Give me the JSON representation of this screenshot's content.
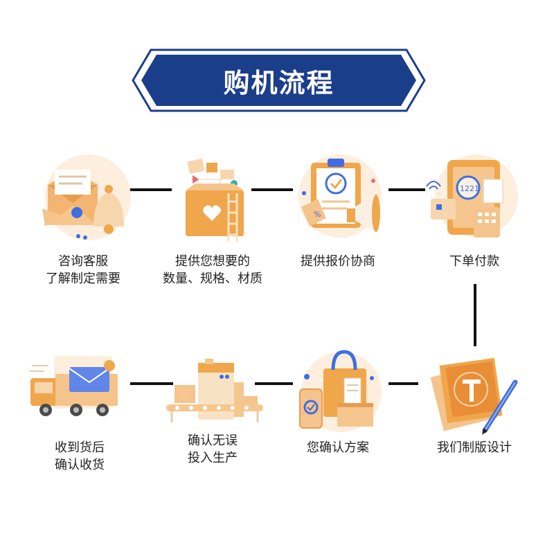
{
  "title": "购机流程",
  "colors": {
    "banner": "#1b3e8a",
    "accent_orange": "#f0a64a",
    "accent_light": "#f8d6ad",
    "icon_blue": "#3f6ee0"
  },
  "steps": [
    {
      "id": 1,
      "icon": "envelope-bell-icon",
      "lines": [
        "咨询客服",
        "了解制定需要"
      ]
    },
    {
      "id": 2,
      "icon": "box-with-ladder-icon",
      "lines": [
        "提供您想要的",
        "数量、规格、材质"
      ]
    },
    {
      "id": 3,
      "icon": "clipboard-megaphone-icon",
      "lines": [
        "提供报价协商"
      ]
    },
    {
      "id": 4,
      "icon": "payment-terminal-icon",
      "lines": [
        "下单付款"
      ]
    },
    {
      "id": 5,
      "icon": "design-tools-icon",
      "lines": [
        "我们制版设计"
      ]
    },
    {
      "id": 6,
      "icon": "shopping-bag-phone-icon",
      "lines": [
        "您确认方案"
      ]
    },
    {
      "id": 7,
      "icon": "factory-conveyor-icon",
      "lines": [
        "确认无误",
        "投入生产"
      ]
    },
    {
      "id": 8,
      "icon": "delivery-truck-icon",
      "lines": [
        "收到货后",
        "确认收货"
      ]
    }
  ]
}
